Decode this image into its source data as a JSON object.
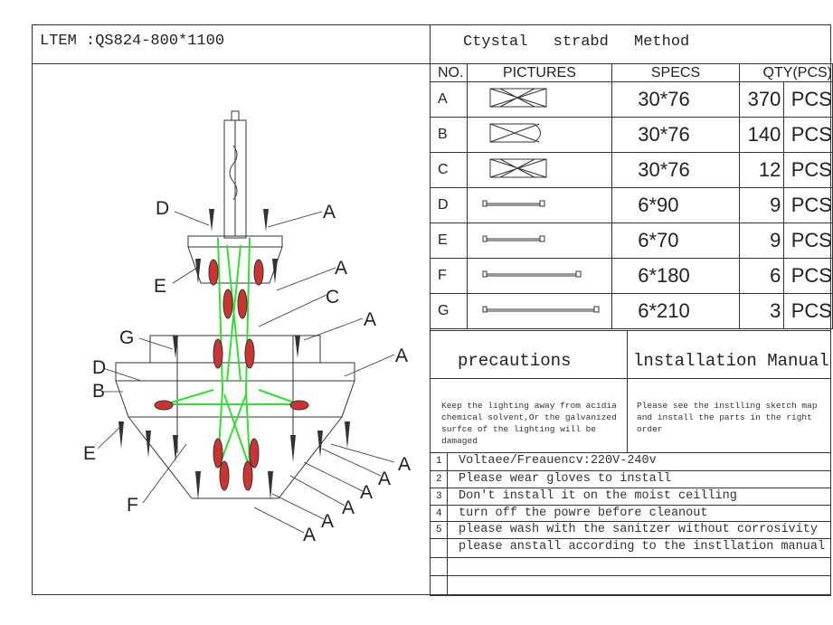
{
  "header": {
    "item_title": "LTEM :QS824-800*1100",
    "method_title": "Ctystal   strabd   Method"
  },
  "parts_table": {
    "headers": {
      "no": "NO.",
      "pictures": "PICTURES",
      "specs": "SPECS",
      "qty": "QTY(PCS)"
    },
    "rows": [
      {
        "no": "A",
        "spec": "30*76",
        "qty": "370",
        "unit": "PCS",
        "icon": "crystal-bar-icon"
      },
      {
        "no": "B",
        "spec": "30*76",
        "qty": "140",
        "unit": "PCS",
        "icon": "crystal-bar-rounded-icon"
      },
      {
        "no": "C",
        "spec": "30*76",
        "qty": "12",
        "unit": "PCS",
        "icon": "crystal-bar-icon"
      },
      {
        "no": "D",
        "spec": "6*90",
        "qty": "9",
        "unit": "PCS",
        "icon": "rod-icon"
      },
      {
        "no": "E",
        "spec": "6*70",
        "qty": "9",
        "unit": "PCS",
        "icon": "rod-icon"
      },
      {
        "no": "F",
        "spec": "6*180",
        "qty": "6",
        "unit": "PCS",
        "icon": "rod-icon"
      },
      {
        "no": "G",
        "spec": "6*210",
        "qty": "3",
        "unit": "PCS",
        "icon": "rod-icon"
      }
    ]
  },
  "precautions": {
    "title": "precautions",
    "text": "Keep the lighting away from acidia chemical solvent,Or the galvanized surfce of the lighting will be damaged"
  },
  "installation": {
    "title": "lnstallation Manual",
    "text": "Please see the instlling sketch map and install the parts in the right order"
  },
  "notes": [
    {
      "n": "1",
      "text": "Voltaee/Freauencv:220V-240v"
    },
    {
      "n": "2",
      "text": "Please wear gloves to install"
    },
    {
      "n": "3",
      "text": "Don't install it on the moist ceilling"
    },
    {
      "n": "4",
      "text": "turn off the powre before cleanout"
    },
    {
      "n": "5",
      "text": "please wash with the sanitzer without corrosivity"
    },
    {
      "n": "",
      "text": "please anstall according to the instllation manual"
    }
  ],
  "diagram_labels": [
    "D",
    "A",
    "A",
    "E",
    "C",
    "A",
    "G",
    "A",
    "D",
    "B",
    "E",
    "F",
    "A",
    "A",
    "A",
    "A",
    "A",
    "A"
  ]
}
